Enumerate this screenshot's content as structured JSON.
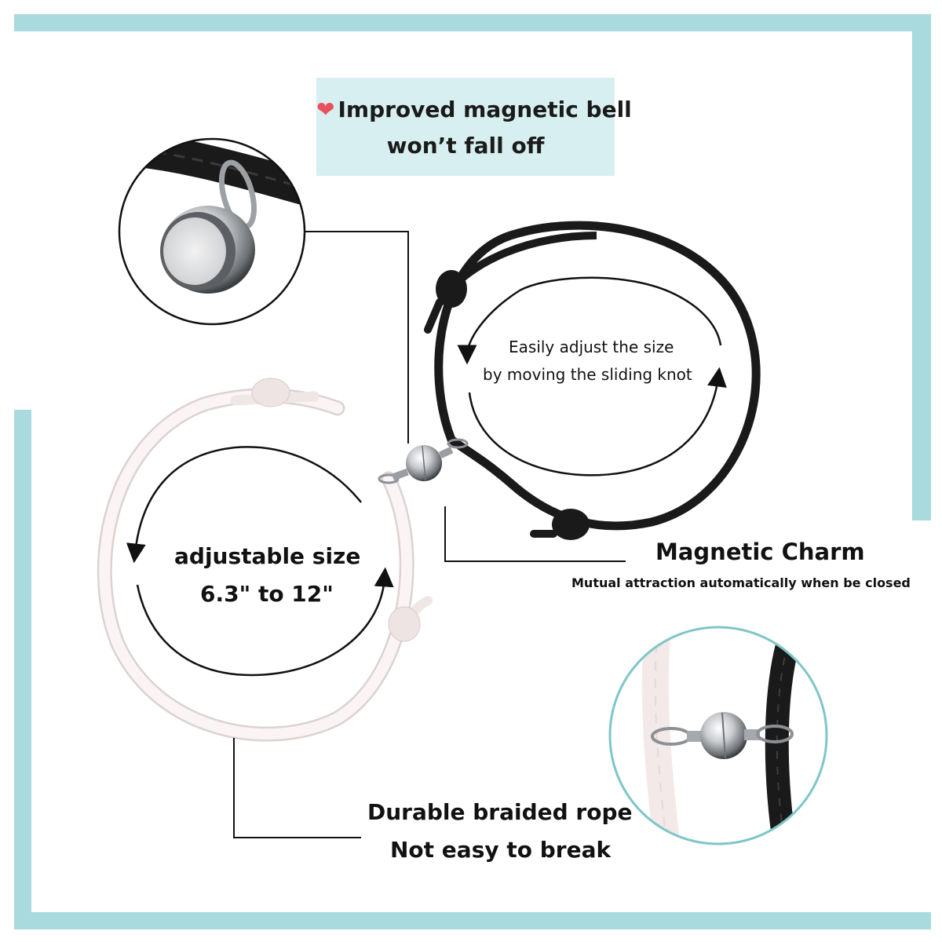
{
  "colors": {
    "frame": "#a9dadd",
    "label_box": "#d7eff0",
    "heart": "#e8505b",
    "black_rope": "#1a1a1a",
    "white_rope": "#fbf4f4",
    "zoom_circle_teal": "#7ec6c8"
  },
  "labels": {
    "bell_line1": "Improved magnetic bell",
    "bell_line2": "won’t fall off",
    "easy_adjust_line1": "Easily adjust the size",
    "easy_adjust_line2": "by moving the sliding knot",
    "adjustable_line1": "adjustable size",
    "adjustable_line2": "6.3\" to 12\"",
    "magnetic_title": "Magnetic Charm",
    "magnetic_sub": "Mutual attraction automatically when be closed",
    "durable_line1": "Durable braided rope",
    "durable_line2": "Not easy to break"
  },
  "icons": {
    "bell_heart": "heart-icon"
  }
}
